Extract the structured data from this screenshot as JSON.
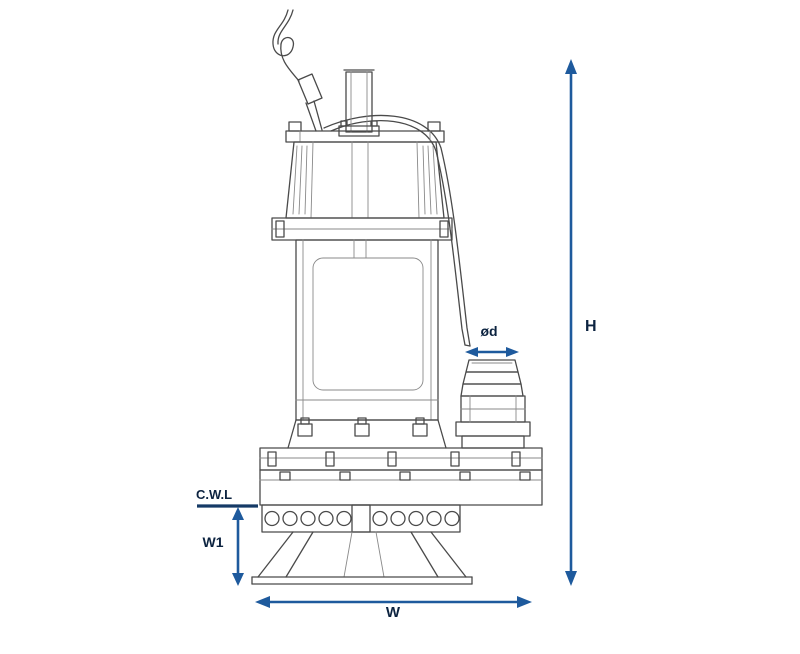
{
  "diagram": {
    "labels": {
      "height": "H",
      "width": "W",
      "water_depth": "W1",
      "outlet_diameter": "ød",
      "water_level": "C.W.L"
    },
    "colors": {
      "dimension_arrow": "#1e5a9d",
      "water_level_line": "#153a66",
      "label_text": "#0c2340",
      "line_art": "#4a4a4a",
      "background": "#ffffff"
    }
  }
}
